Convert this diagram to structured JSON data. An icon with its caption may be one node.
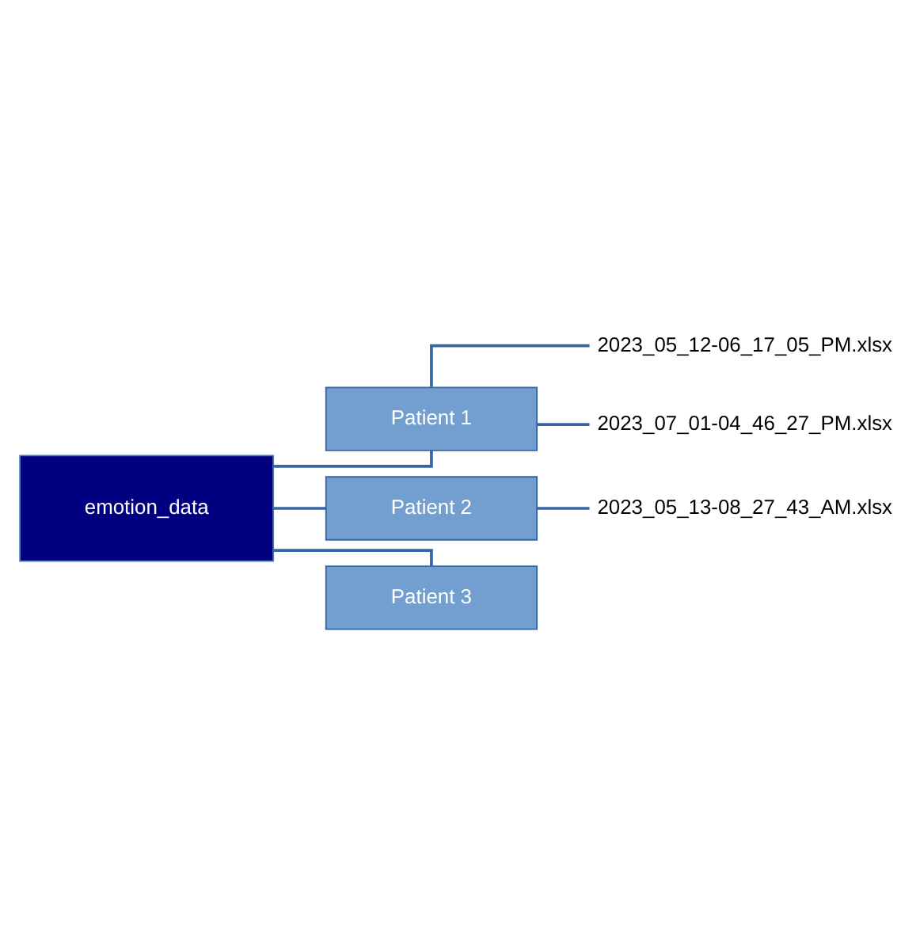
{
  "diagram": {
    "nodes": [
      {
        "text": [
          "emotion_data"
        ]
      },
      {
        "text": [
          "Patient 1"
        ]
      },
      {
        "text": [
          "2023_05_12-06_17_05_PM.xlsx"
        ]
      },
      {
        "text": [
          "2023_07_01-04_46_27_PM.xlsx"
        ]
      },
      {
        "text": [
          "Patient 2"
        ]
      },
      {
        "text": [
          "2023_05_13-08_27_43_AM.xlsx"
        ]
      },
      {
        "text": [
          "Patient 3"
        ]
      }
    ],
    "edges": [
      {
        "from": 0,
        "to": 1,
        "arrow": "none"
      },
      {
        "from": 1,
        "to": 2,
        "arrow": "none"
      },
      {
        "from": 1,
        "to": 3,
        "arrow": "none"
      },
      {
        "from": 0,
        "to": 4,
        "arrow": "none"
      },
      {
        "from": 4,
        "to": 5,
        "arrow": "none"
      },
      {
        "from": 0,
        "to": 6,
        "arrow": "none"
      }
    ]
  }
}
